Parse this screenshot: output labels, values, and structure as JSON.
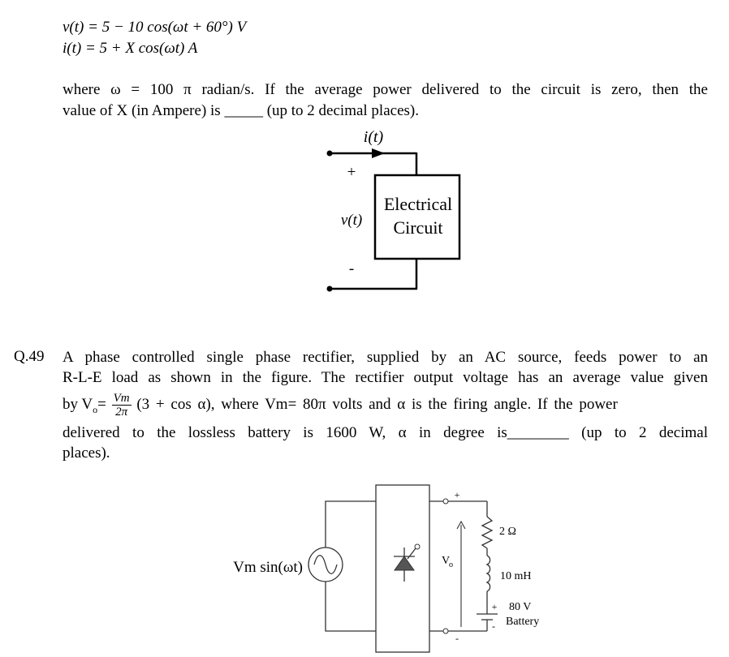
{
  "equations": {
    "v_eq": "v(t) = 5 − 10 cos(ωt + 60°) V",
    "i_eq": "i(t) = 5 + X cos(ωt) A"
  },
  "paragraph1": {
    "line1": "where ω = 100 π radian/s. If the average power delivered to the circuit is zero, then the",
    "line2": "value of X (in Ampere) is _____ (up to 2 decimal places)."
  },
  "figure1": {
    "current_label": "i(t)",
    "plus_label": "+",
    "voltage_label": "v(t)",
    "minus_label": "-",
    "box_line1": "Electrical",
    "box_line2": "Circuit"
  },
  "question": {
    "number": "Q.49",
    "line1": "A phase controlled single phase rectifier, supplied by an AC source, feeds power to an",
    "line2": "R-L-E load as shown in the figure. The rectifier output voltage has an average value given",
    "line3_prefix": "by V",
    "line3_sub": "o",
    "line3_eq": "=",
    "frac_num": "Vm",
    "frac_den": "2π",
    "line3_rest": "(3 + cos α), where Vm= 80π volts and α is the firing angle. If the power",
    "line4": "delivered to the lossless battery is 1600 W, α in degree is________ (up to 2 decimal",
    "line5": "places)."
  },
  "figure2": {
    "source_label": "Vm sin(ωt)",
    "vo_label": "V",
    "vo_sub": "o",
    "plus_top": "+",
    "minus_bottom": "-",
    "resistor_label": "2 Ω",
    "inductor_label": "10 mH",
    "battery_plus": "+",
    "battery_minus": "-",
    "battery_voltage": "80 V",
    "battery_name": "Battery"
  }
}
